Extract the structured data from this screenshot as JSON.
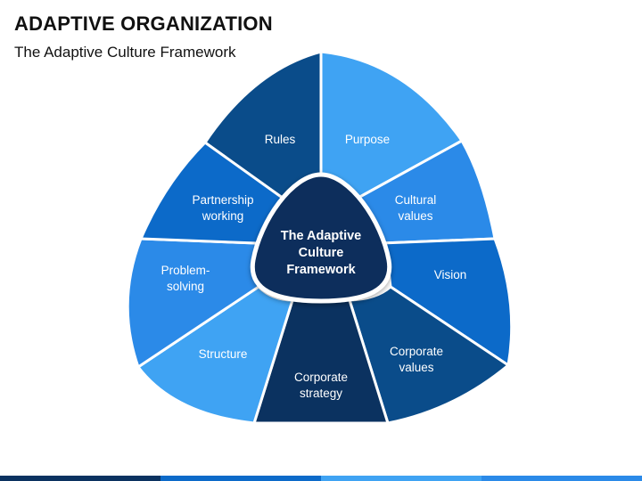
{
  "header": {
    "title": "ADAPTIVE ORGANIZATION",
    "subtitle": "The Adaptive Culture Framework"
  },
  "diagram": {
    "center": {
      "lines": [
        "The Adaptive",
        "Culture",
        "Framework"
      ],
      "color": "#0b2f5c"
    },
    "segments": [
      {
        "id": "rules",
        "lines": [
          "Rules"
        ],
        "color": "#0a4c8a"
      },
      {
        "id": "purpose",
        "lines": [
          "Purpose"
        ],
        "color": "#3fa3f3"
      },
      {
        "id": "cultural-values",
        "lines": [
          "Cultural",
          "values"
        ],
        "color": "#2b8ae8"
      },
      {
        "id": "vision",
        "lines": [
          "Vision"
        ],
        "color": "#0c6ac9"
      },
      {
        "id": "corporate-values",
        "lines": [
          "Corporate",
          "values"
        ],
        "color": "#0a4c8a"
      },
      {
        "id": "corporate-strategy",
        "lines": [
          "Corporate",
          "strategy"
        ],
        "color": "#0b3260"
      },
      {
        "id": "structure",
        "lines": [
          "Structure"
        ],
        "color": "#3fa3f3"
      },
      {
        "id": "problem-solving",
        "lines": [
          "Problem-",
          "solving"
        ],
        "color": "#2b8ae8"
      },
      {
        "id": "partnership-working",
        "lines": [
          "Partnership",
          "working"
        ],
        "color": "#0c6ac9"
      }
    ]
  },
  "theme": {
    "bottom_bar": [
      "#0b3260",
      "#0c6ac9",
      "#3fa3f3",
      "#2b8ae8"
    ]
  }
}
